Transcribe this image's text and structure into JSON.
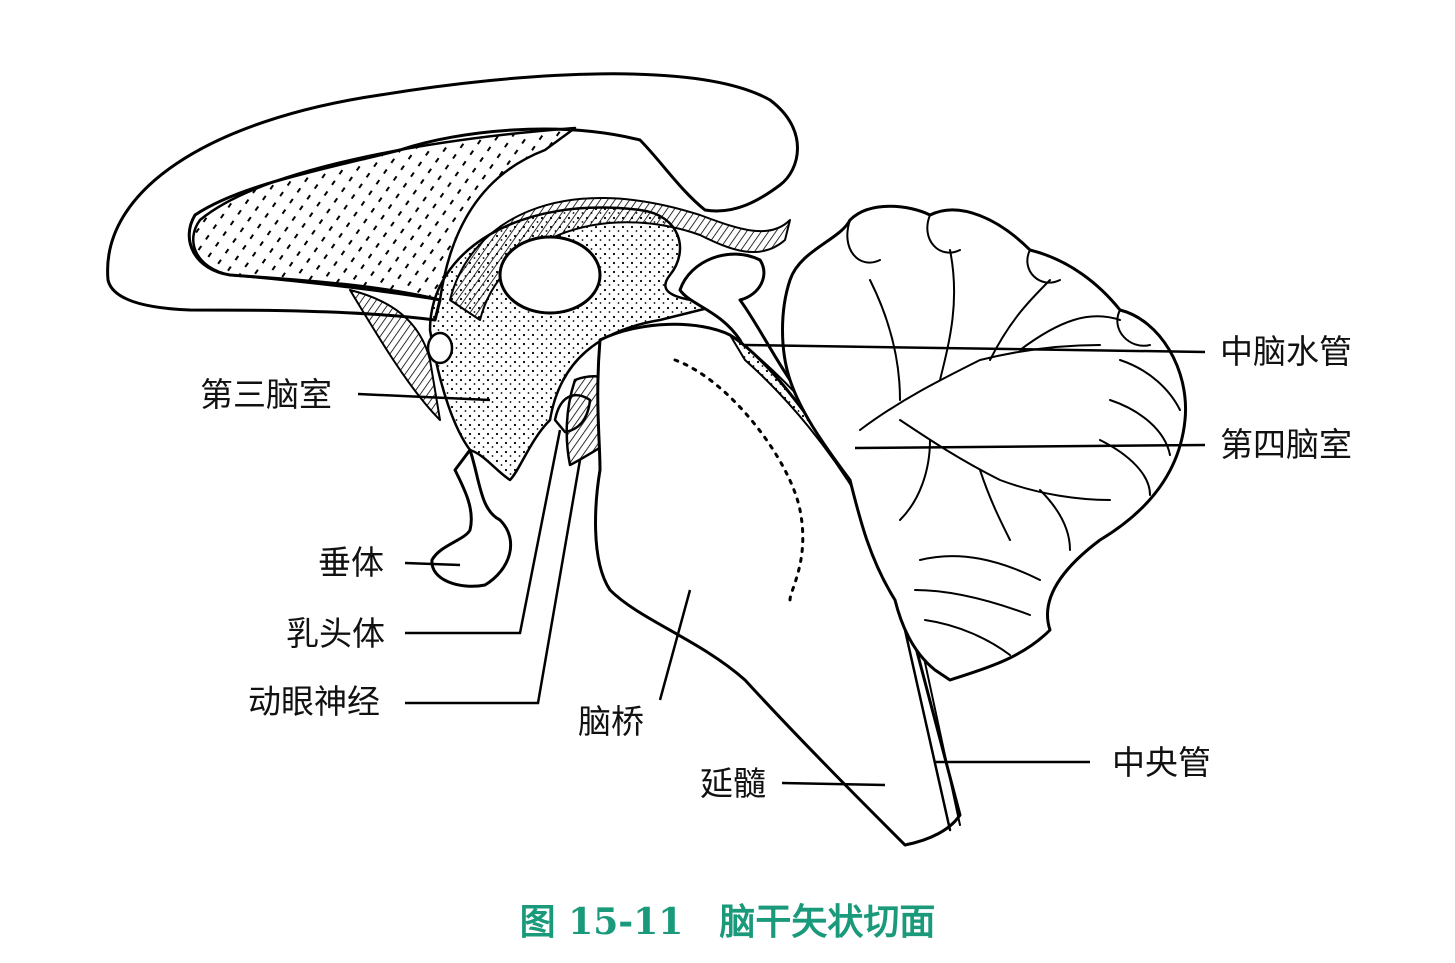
{
  "figure": {
    "caption_number": "图 15-11",
    "caption_title": "脑干矢状切面",
    "caption_color": "#1a9a7a"
  },
  "labels": {
    "third_ventricle": "第三脑室",
    "hypophysis": "垂体",
    "mammillary_body": "乳头体",
    "oculomotor_nerve": "动眼神经",
    "pons": "脑桥",
    "medulla": "延髓",
    "cerebral_aqueduct": "中脑水管",
    "fourth_ventricle": "第四脑室",
    "central_canal": "中央管"
  }
}
